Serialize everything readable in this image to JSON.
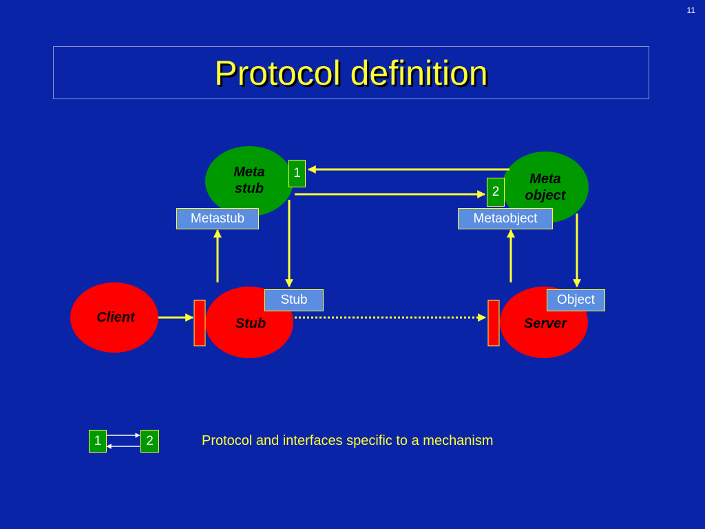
{
  "page_number": "11",
  "title": "Protocol definition",
  "diagram": {
    "nodes": {
      "meta_stub": "Meta\nstub",
      "meta_object": "Meta\nobject",
      "client": "Client",
      "stub": "Stub",
      "server": "Server"
    },
    "interfaces": {
      "metastub": "Metastub",
      "metaobject": "Metaobject",
      "stub": "Stub",
      "object": "Object"
    },
    "protocol_steps": [
      "1",
      "2"
    ]
  },
  "legend": {
    "step1": "1",
    "step2": "2",
    "text": "Protocol and interfaces specific to a mechanism"
  },
  "colors": {
    "background": "#0a24a8",
    "title": "#ffff33",
    "meta_ellipse": "#009900",
    "base_ellipse": "#ff0000",
    "arrow": "#ffff33",
    "interface_box": "#5b8de0"
  }
}
